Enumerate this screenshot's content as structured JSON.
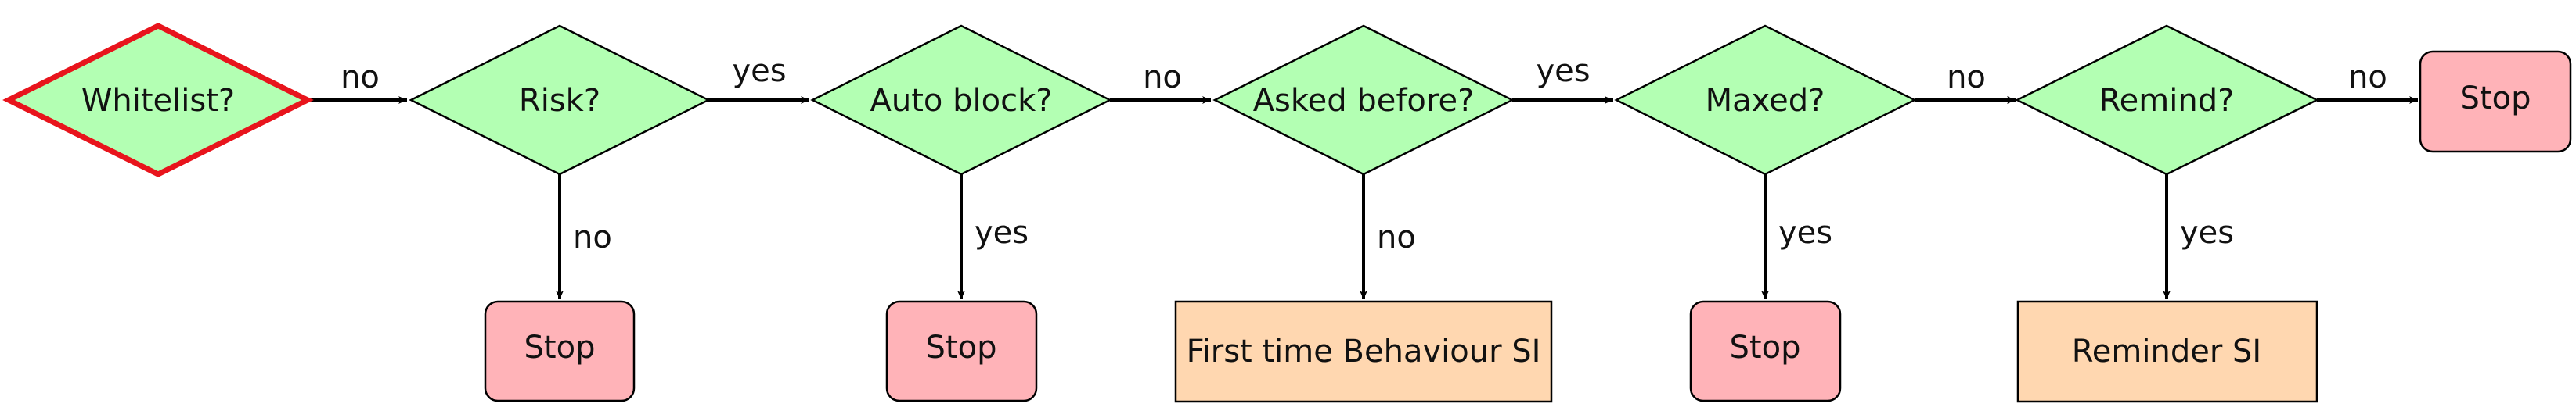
{
  "colors": {
    "decision_fill": "#b3ffb3",
    "start_stroke": "#e8141c",
    "stop_fill": "#ffb3b8",
    "action_fill": "#ffd7b0",
    "stroke": "#000000"
  },
  "nodes": {
    "whitelist": {
      "label": "Whitelist?"
    },
    "risk": {
      "label": "Risk?"
    },
    "auto_block": {
      "label": "Auto block?"
    },
    "asked_before": {
      "label": "Asked before?"
    },
    "maxed": {
      "label": "Maxed?"
    },
    "remind": {
      "label": "Remind?"
    },
    "stop_end": {
      "label": "Stop"
    },
    "stop_risk": {
      "label": "Stop"
    },
    "stop_auto_block": {
      "label": "Stop"
    },
    "first_time": {
      "label": "First time Behaviour SI"
    },
    "stop_maxed": {
      "label": "Stop"
    },
    "reminder": {
      "label": "Reminder SI"
    }
  },
  "edges": {
    "whitelist_risk": {
      "label": "no"
    },
    "risk_auto_block": {
      "label": "yes"
    },
    "auto_block_asked_before": {
      "label": "no"
    },
    "asked_before_maxed": {
      "label": "yes"
    },
    "maxed_remind": {
      "label": "no"
    },
    "remind_stop_end": {
      "label": "no"
    },
    "risk_stop": {
      "label": "no"
    },
    "auto_block_stop": {
      "label": "yes"
    },
    "asked_before_first_time": {
      "label": "no"
    },
    "maxed_stop": {
      "label": "yes"
    },
    "remind_reminder": {
      "label": "yes"
    }
  }
}
